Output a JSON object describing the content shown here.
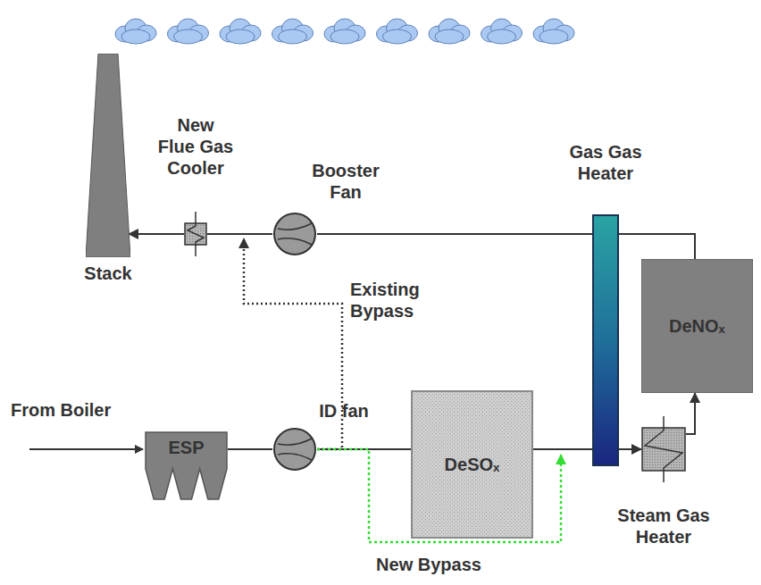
{
  "diagram": {
    "nodes": [
      {
        "text": [
          "Stack"
        ]
      },
      {
        "text": [
          "New Flue Gas Cooler"
        ]
      },
      {
        "text": [
          "Booster Fan"
        ]
      },
      {
        "text": [
          "Gas Gas Heater"
        ]
      },
      {
        "text": [
          "DeNOₓ"
        ]
      },
      {
        "text": [
          "ESP"
        ]
      },
      {
        "text": [
          "ID fan"
        ]
      },
      {
        "text": [
          "DeSOₓ"
        ]
      },
      {
        "text": [
          "Steam Gas Heater"
        ]
      }
    ],
    "edges": [
      {
        "from": 5,
        "to": 6,
        "arrow": "none"
      },
      {
        "from": 6,
        "to": 7,
        "arrow": "none"
      },
      {
        "from": 7,
        "to": 3,
        "arrow": "none"
      },
      {
        "from": 3,
        "to": 8,
        "arrow": "to"
      },
      {
        "from": 8,
        "to": 4,
        "arrow": "to"
      },
      {
        "from": 4,
        "to": 3,
        "arrow": "none"
      },
      {
        "from": 3,
        "to": 2,
        "arrow": "none"
      },
      {
        "from": 2,
        "to": 1,
        "arrow": "none"
      },
      {
        "from": 1,
        "to": 0,
        "arrow": "to"
      },
      {
        "from": 6,
        "to": 1,
        "arrow": "to",
        "label": "Existing Bypass"
      },
      {
        "from": 6,
        "to": 3,
        "arrow": "to",
        "label": "New Bypass"
      }
    ],
    "labels": [
      "From Boiler"
    ]
  }
}
